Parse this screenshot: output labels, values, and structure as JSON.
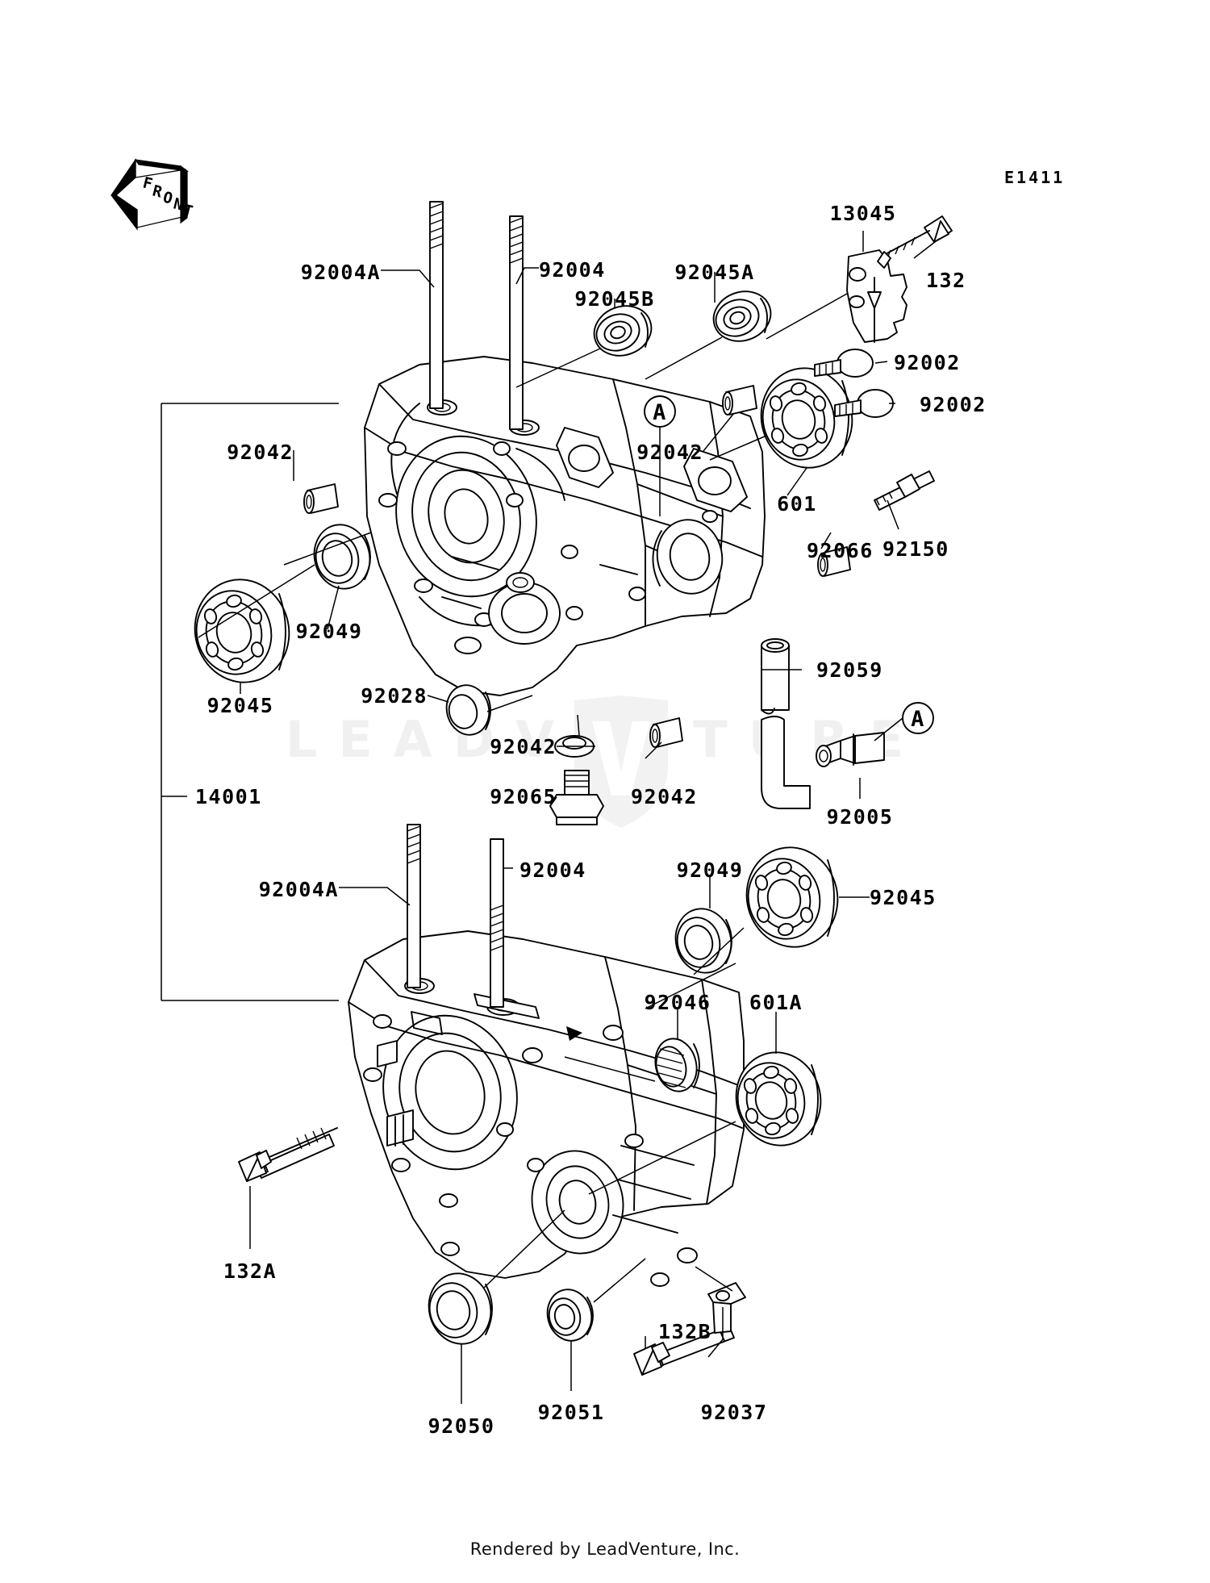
{
  "diagram": {
    "code": "E1411",
    "orientation_marker": "FRONT",
    "assembly_label": "14001",
    "footer": "Rendered by LeadVenture, Inc.",
    "watermark": "LEADVENTURE",
    "callout_letter": "A"
  },
  "upper": {
    "labels": [
      {
        "id": "u1",
        "text": "92004A"
      },
      {
        "id": "u2",
        "text": "92004"
      },
      {
        "id": "u3",
        "text": "92045A"
      },
      {
        "id": "u4",
        "text": "92045B"
      },
      {
        "id": "u5",
        "text": "13045"
      },
      {
        "id": "u6",
        "text": "132"
      },
      {
        "id": "u7",
        "text": "92002"
      },
      {
        "id": "u8",
        "text": "92002"
      },
      {
        "id": "u9",
        "text": "92042"
      },
      {
        "id": "u10",
        "text": "92042"
      },
      {
        "id": "u11",
        "text": "601"
      },
      {
        "id": "u12",
        "text": "92150"
      },
      {
        "id": "u13",
        "text": "92049"
      },
      {
        "id": "u14",
        "text": "92045"
      },
      {
        "id": "u15",
        "text": "92028"
      },
      {
        "id": "u16",
        "text": "92042"
      },
      {
        "id": "u17",
        "text": "92059"
      },
      {
        "id": "u18",
        "text": "92065"
      },
      {
        "id": "u19",
        "text": "92066"
      },
      {
        "id": "u20",
        "text": "92042"
      },
      {
        "id": "u21",
        "text": "92005"
      },
      {
        "id": "u22",
        "text": "14001"
      }
    ]
  },
  "lower": {
    "labels": [
      {
        "id": "l1",
        "text": "92004A"
      },
      {
        "id": "l2",
        "text": "92004"
      },
      {
        "id": "l3",
        "text": "92049"
      },
      {
        "id": "l4",
        "text": "92045"
      },
      {
        "id": "l5",
        "text": "92046"
      },
      {
        "id": "l6",
        "text": "601A"
      },
      {
        "id": "l7",
        "text": "132A"
      },
      {
        "id": "l8",
        "text": "92050"
      },
      {
        "id": "l9",
        "text": "92051"
      },
      {
        "id": "l10",
        "text": "132B"
      },
      {
        "id": "l11",
        "text": "92037"
      }
    ]
  },
  "parts_index": [
    {
      "ref": "14001",
      "name": "crankcase-assembly"
    },
    {
      "ref": "13045",
      "name": "bracket"
    },
    {
      "ref": "132",
      "name": "bolt"
    },
    {
      "ref": "132A",
      "name": "bolt-long"
    },
    {
      "ref": "132B",
      "name": "bolt-flange"
    },
    {
      "ref": "601",
      "name": "ball-bearing"
    },
    {
      "ref": "601A",
      "name": "ball-bearing"
    },
    {
      "ref": "92002",
      "name": "bolt-washer"
    },
    {
      "ref": "92004",
      "name": "stud"
    },
    {
      "ref": "92004A",
      "name": "stud"
    },
    {
      "ref": "92005",
      "name": "fitting"
    },
    {
      "ref": "92028",
      "name": "bushing"
    },
    {
      "ref": "92037",
      "name": "clamp"
    },
    {
      "ref": "92042",
      "name": "pin-dowel"
    },
    {
      "ref": "92045",
      "name": "ball-bearing"
    },
    {
      "ref": "92045A",
      "name": "ball-bearing"
    },
    {
      "ref": "92045B",
      "name": "ball-bearing"
    },
    {
      "ref": "92046",
      "name": "needle-bearing"
    },
    {
      "ref": "92049",
      "name": "oil-seal"
    },
    {
      "ref": "92050",
      "name": "oil-seal"
    },
    {
      "ref": "92051",
      "name": "oil-seal"
    },
    {
      "ref": "92059",
      "name": "tube"
    },
    {
      "ref": "92065",
      "name": "washer"
    },
    {
      "ref": "92066",
      "name": "drain-plug"
    },
    {
      "ref": "92150",
      "name": "bolt-stud"
    }
  ],
  "colors": {
    "ink": "#000000",
    "paper": "#ffffff",
    "watermark": "#f0f0f0"
  }
}
